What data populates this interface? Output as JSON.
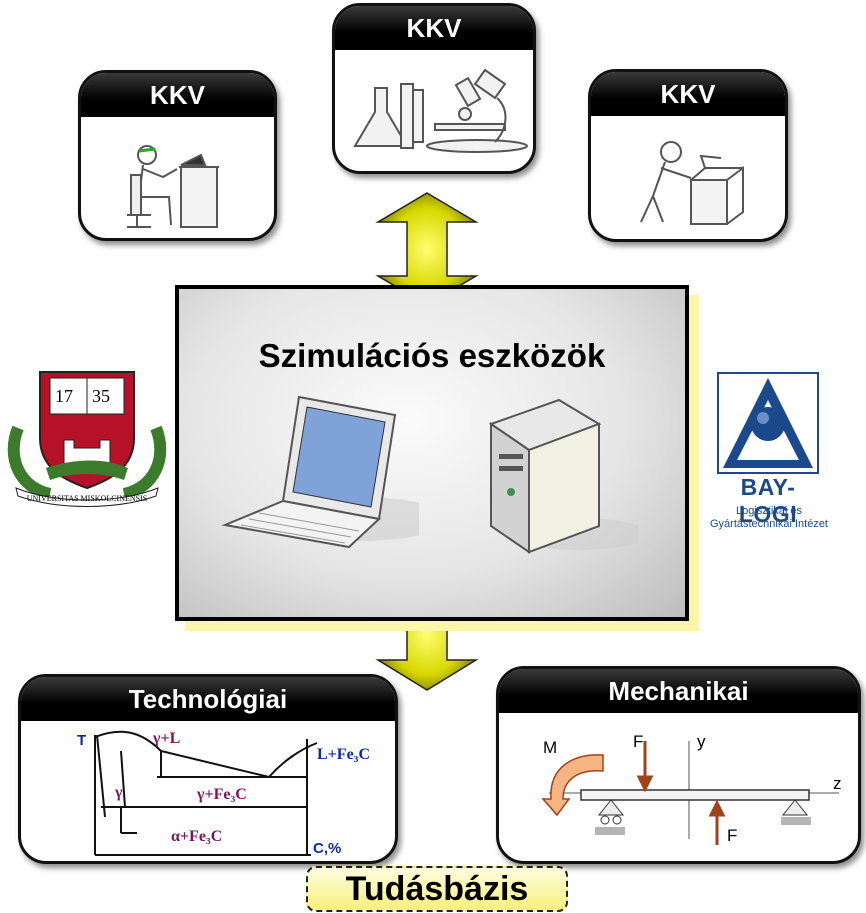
{
  "top_cards": [
    {
      "title": "KKV",
      "icon": "office-worker-icon"
    },
    {
      "title": "KKV",
      "icon": "laboratory-icon"
    },
    {
      "title": "KKV",
      "icon": "logistics-worker-icon"
    }
  ],
  "center": {
    "title": "Szimulációs eszközök",
    "icons": [
      "laptop-icon",
      "server-tower-icon"
    ]
  },
  "knowledge_base": "Tudásbázis",
  "technological": {
    "title": "Technológiai",
    "axis_t": "T",
    "axis_c": "C,%",
    "phases": {
      "gamma_l": "γ+L",
      "l_fe3c": "L+Fe₃C",
      "gamma": "γ",
      "gamma_fe3c": "γ+Fe₃C",
      "alpha_fe3c": "α+Fe₃C"
    }
  },
  "mechanical": {
    "title": "Mechanikai",
    "moment": "M",
    "force_top": "F",
    "force_bottom": "F",
    "axis_y": "y",
    "axis_z": "z"
  },
  "logos": {
    "university": {
      "years_left": "17",
      "years_right": "35",
      "motto": "UNIVERSITAS MISKOLCINENSIS"
    },
    "institute": {
      "name": "BAY-LOGI",
      "subtitle_line1": "Logisztikai és",
      "subtitle_line2": "Gyártástechnikai Intézet"
    }
  },
  "colors": {
    "arrow": "#d8d800",
    "header": "#000000",
    "phase_blue": "#0a2aa8",
    "phase_purple": "#7a1463",
    "force": "#a0431a"
  }
}
